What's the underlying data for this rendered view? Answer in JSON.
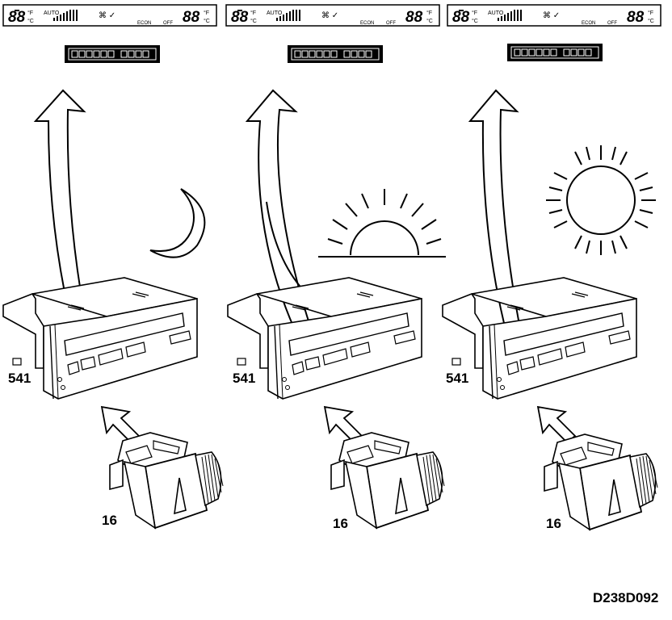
{
  "panels": [
    {
      "lcd": {
        "temp_left": "88",
        "unit_f": "°F",
        "unit_c": "°C",
        "auto": "AUTO",
        "econ": "ECON",
        "off": "OFF",
        "temp_right": "88"
      },
      "scene": "night",
      "celestial_icon": "moon-icon",
      "unit_label": "541",
      "switch_label": "16",
      "brightness": "dim"
    },
    {
      "lcd": {
        "temp_left": "88",
        "unit_f": "°F",
        "unit_c": "°C",
        "auto": "AUTO",
        "econ": "ECON",
        "off": "OFF",
        "temp_right": "88"
      },
      "scene": "dusk",
      "celestial_icon": "setting-sun-icon",
      "unit_label": "541",
      "switch_label": "16",
      "brightness": "medium"
    },
    {
      "lcd": {
        "temp_left": "88",
        "unit_f": "°F",
        "unit_c": "°C",
        "auto": "AUTO",
        "econ": "ECON",
        "off": "OFF",
        "temp_right": "88"
      },
      "scene": "day",
      "celestial_icon": "sun-icon",
      "unit_label": "541",
      "switch_label": "16",
      "brightness": "bright"
    }
  ],
  "figure_code": "D238D092"
}
